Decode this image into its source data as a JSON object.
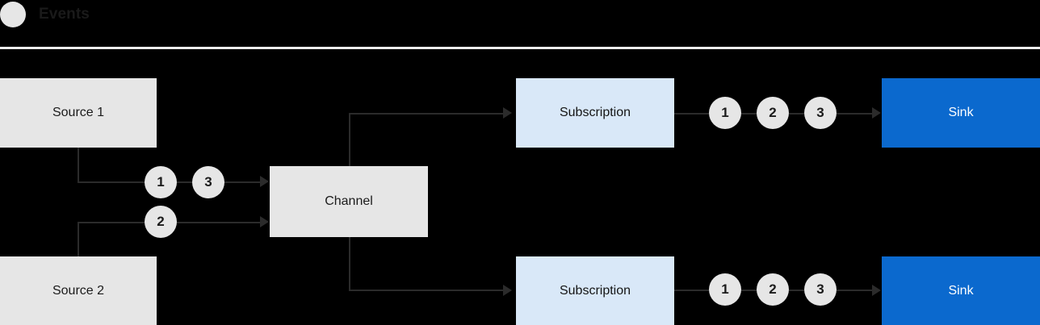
{
  "header": {
    "icon": "circle-icon",
    "title": "Events"
  },
  "diagram": {
    "nodes": [
      {
        "id": "source-1",
        "label": "Source 1",
        "style": "grey"
      },
      {
        "id": "source-2",
        "label": "Source 2",
        "style": "grey"
      },
      {
        "id": "channel",
        "label": "Channel",
        "style": "grey"
      },
      {
        "id": "subscription-1",
        "label": "Subscription",
        "style": "lblue"
      },
      {
        "id": "subscription-2",
        "label": "Subscription",
        "style": "lblue"
      },
      {
        "id": "sink-1",
        "label": "Sink",
        "style": "blue"
      },
      {
        "id": "sink-2",
        "label": "Sink",
        "style": "blue"
      }
    ],
    "event_badges": {
      "source1_to_channel": [
        "1",
        "3"
      ],
      "source2_to_channel": [
        "2"
      ],
      "subscription1_to_sink1": [
        "1",
        "2",
        "3"
      ],
      "subscription2_to_sink2": [
        "1",
        "2",
        "3"
      ]
    },
    "colors": {
      "background": "#000000",
      "grey_node": "#E6E6E6",
      "light_blue_node": "#D9E8F8",
      "blue_node": "#0B69CE",
      "connector": "#2b2b2b",
      "badge": "#E6E6E6",
      "divider": "#EDEDED"
    }
  }
}
